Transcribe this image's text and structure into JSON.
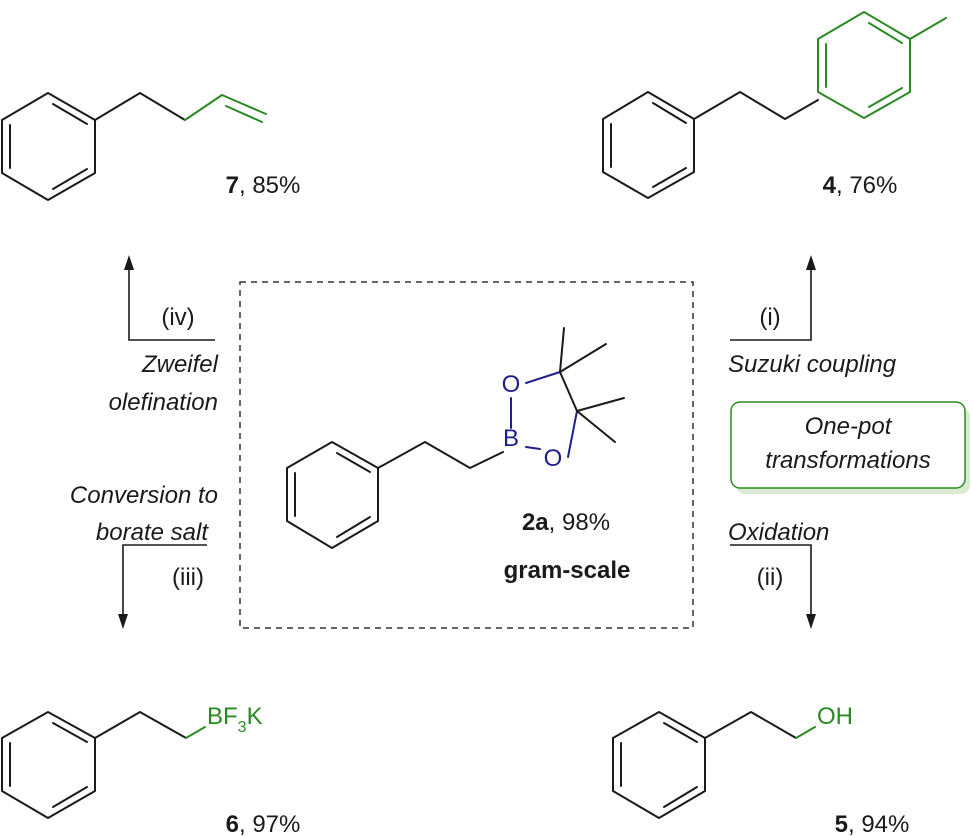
{
  "center": {
    "compound_number": "2a",
    "yield": ", 98%",
    "scale_note": "gram-scale",
    "atoms": {
      "O1": "O",
      "O2": "O",
      "B": "B"
    }
  },
  "products": {
    "p7": {
      "number": "7",
      "yield": ", 85%"
    },
    "p4": {
      "number": "4",
      "yield": ", 76%"
    },
    "p6": {
      "number": "6",
      "yield": ", 97%",
      "group_main": "BF",
      "group_sub": "3",
      "group_end": "K"
    },
    "p5": {
      "number": "5",
      "yield": ", 94%",
      "group": "OH"
    }
  },
  "steps": {
    "iv": {
      "numeral": "(iv)",
      "line1": "Zweifel",
      "line2": "olefination"
    },
    "i": {
      "numeral": "(i)",
      "line1": "Suzuki coupling"
    },
    "iii": {
      "numeral": "(iii)",
      "line1": "Conversion to",
      "line2": "borate salt"
    },
    "ii": {
      "numeral": "(ii)",
      "line1": "Oxidation"
    }
  },
  "callout": {
    "line1": "One-pot",
    "line2": "transformations"
  },
  "colors": {
    "boron_ester": "#1f1f8a",
    "new_group": "#2a8a22",
    "callout_border": "#2a8a22"
  }
}
